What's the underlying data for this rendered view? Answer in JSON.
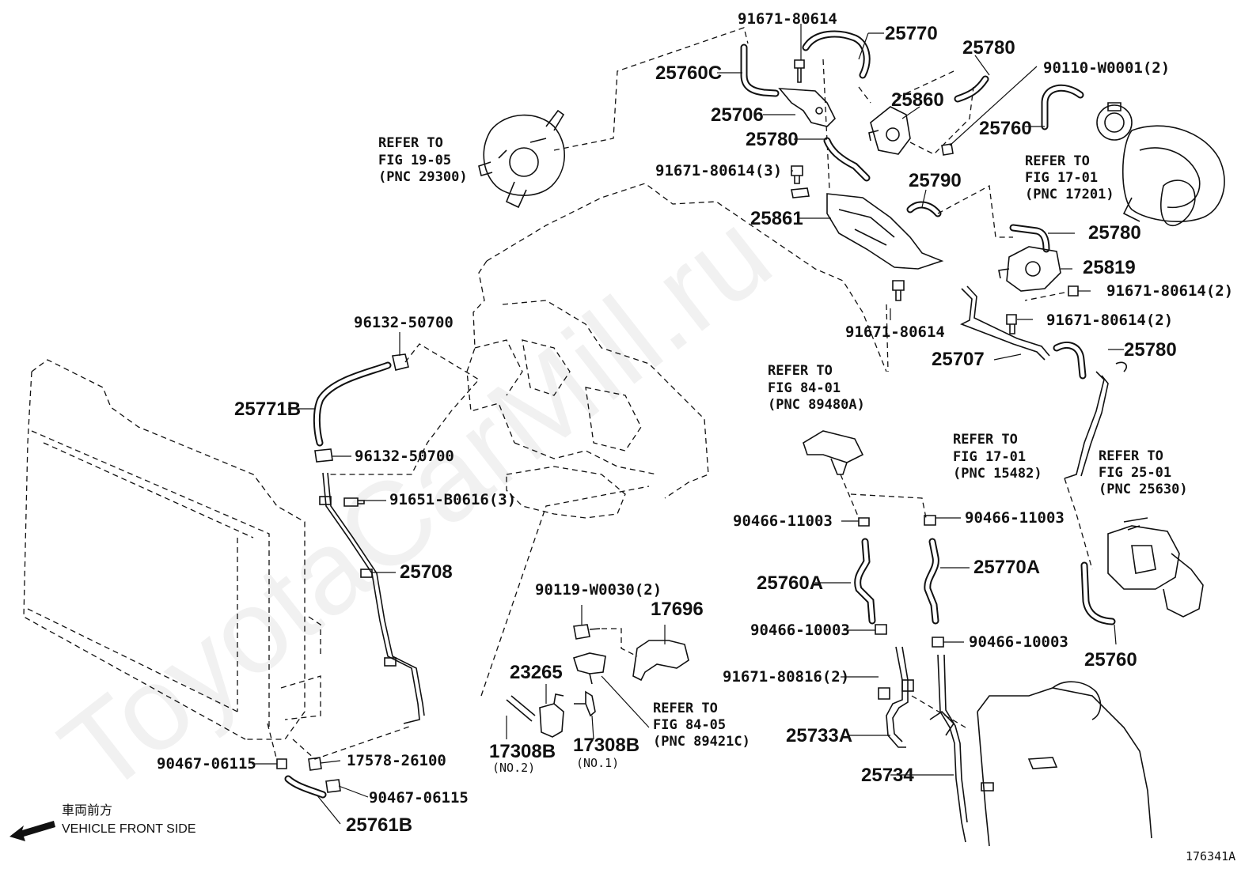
{
  "diagram": {
    "watermark": "ToyotaCarMill.ru",
    "figure_id": "176341A",
    "front_side_jp": "車両前方",
    "front_side_en": "VEHICLE FRONT SIDE",
    "refer_notes": [
      {
        "line1": "REFER TO",
        "line2": "FIG 19-05",
        "line3": "(PNC 29300)"
      },
      {
        "line1": "REFER TO",
        "line2": "FIG 17-01",
        "line3": "(PNC 17201)"
      },
      {
        "line1": "REFER TO",
        "line2": "FIG 84-01",
        "line3": "(PNC 89480A)"
      },
      {
        "line1": "REFER TO",
        "line2": "FIG 17-01",
        "line3": "(PNC 15482)"
      },
      {
        "line1": "REFER TO",
        "line2": "FIG 25-01",
        "line3": "(PNC 25630)"
      },
      {
        "line1": "REFER TO",
        "line2": "FIG 84-05",
        "line3": "(PNC 89421C)"
      }
    ],
    "labels": {
      "p91671_80614_top": "91671-80614",
      "p25770": "25770",
      "p25780_a": "25780",
      "p90110": "90110-W0001(2)",
      "p25760c": "25760C",
      "p25860": "25860",
      "p25706": "25706",
      "p25760_top": "25760",
      "p25780_b": "25780",
      "p91671_80614_3": "91671-80614(3)",
      "p25790": "25790",
      "p25861": "25861",
      "p25780_c": "25780",
      "p25819": "25819",
      "p91671_80614_2a": "91671-80614(2)",
      "p91671_80614_mid": "91671-80614",
      "p91671_80614_2b": "91671-80614(2)",
      "p25707": "25707",
      "p25780_d": "25780",
      "p96132_a": "96132-50700",
      "p25771b": "25771B",
      "p96132_b": "96132-50700",
      "p91651": "91651-B0616(3)",
      "p25708": "25708",
      "p90466_11003_a": "90466-11003",
      "p90466_11003_b": "90466-11003",
      "p25760a": "25760A",
      "p25770a": "25770A",
      "p90466_10003_a": "90466-10003",
      "p90466_10003_b": "90466-10003",
      "p25760_bottom": "25760",
      "p90119": "90119-W0030(2)",
      "p17696": "17696",
      "p23265": "23265",
      "p91671_80816": "91671-80816(2)",
      "p25733a": "25733A",
      "p17308b_a": "17308B",
      "p17308b_b": "17308B",
      "no2": "(NO.2)",
      "no1": "(NO.1)",
      "p25734": "25734",
      "p90467_a": "90467-06115",
      "p17578": "17578-26100",
      "p90467_b": "90467-06115",
      "p25761b": "25761B"
    }
  }
}
